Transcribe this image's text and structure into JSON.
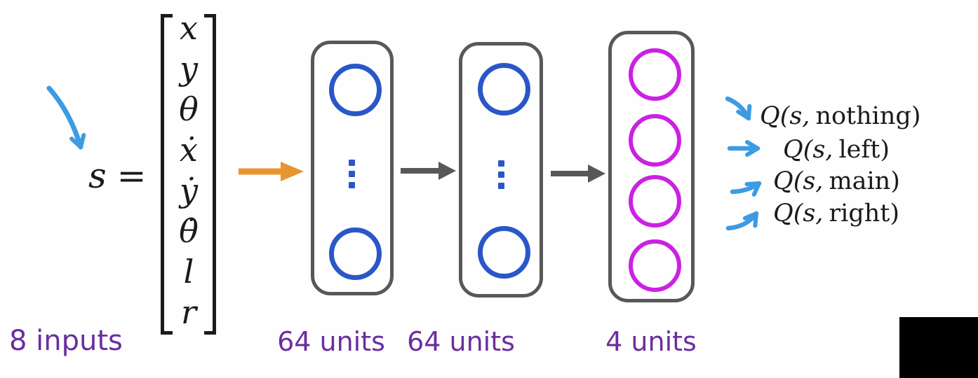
{
  "state": {
    "symbol": "s",
    "equals": "=",
    "vector": [
      "x",
      "y",
      "θ",
      "ẋ",
      "ẏ",
      "θ̇",
      "l",
      "r"
    ],
    "inputs_caption": "8 inputs"
  },
  "layers": [
    {
      "units_label": "64 units",
      "visible_nodes": 2,
      "has_ellipsis": true
    },
    {
      "units_label": "64 units",
      "visible_nodes": 2,
      "has_ellipsis": true
    },
    {
      "units_label": "4 units",
      "visible_nodes": 4,
      "has_ellipsis": false
    }
  ],
  "outputs": [
    {
      "qs": "Q(s,",
      "action": "nothing",
      "close": ")"
    },
    {
      "qs": "Q(s,",
      "action": "left",
      "close": ")"
    },
    {
      "qs": "Q(s,",
      "action": "main",
      "close": ")"
    },
    {
      "qs": "Q(s,",
      "action": "right",
      "close": ")"
    }
  ],
  "icons": {
    "input_annotation": "curved-arrow-down-right-icon",
    "input_to_layer1": "orange-arrow-right-icon",
    "layer1_to_layer2": "gray-arrow-right-icon",
    "layer2_to_layer3": "gray-arrow-right-icon",
    "ellipsis": "vertical-ellipsis-dots-icon",
    "output_arrows": [
      "curved-arrow-down-right-icon",
      "arrow-right-icon",
      "curved-arrow-up-right-icon",
      "curved-arrow-up-right-icon"
    ]
  },
  "colors": {
    "node-blue": "#2A57C8",
    "node-magenta": "#CB21E3",
    "box-border-gray": "#58585A",
    "arrow-orange": "#E8952F",
    "arrow-gray": "#58585A",
    "label-purple": "#6B2E9E",
    "hand-drawn-blue": "#3D9BE2",
    "ink-black": "#1A1A1A",
    "background": "#FEFEFE",
    "corner-box-black": "#000000"
  }
}
